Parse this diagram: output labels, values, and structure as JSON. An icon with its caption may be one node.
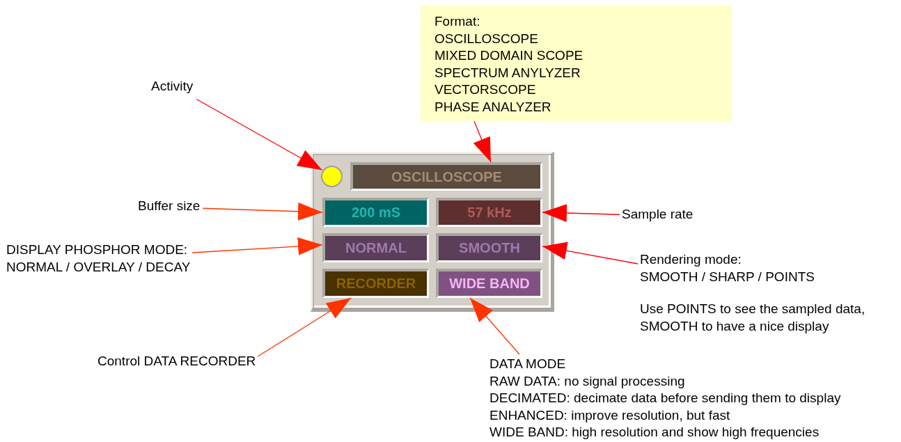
{
  "diagram": {
    "nodes": [
      {
        "text": [],
        "shape": "box"
      },
      {
        "text": [],
        "shape": "circle",
        "in": 0
      },
      {
        "text": [
          "OSCILLOSCOPE"
        ],
        "in": 0
      },
      {
        "text": [
          "200 mS"
        ],
        "in": 0
      },
      {
        "text": [
          "57 kHz"
        ],
        "in": 0
      },
      {
        "text": [
          "NORMAL"
        ],
        "in": 0
      },
      {
        "text": [
          "SMOOTH"
        ],
        "in": 0
      },
      {
        "text": [
          "RECORDER"
        ],
        "in": 0
      },
      {
        "text": [
          "WIDE BAND"
        ],
        "in": 0
      },
      {
        "text": [
          "Activity"
        ]
      },
      {
        "text": [
          "Format:",
          "OSCILLOSCOPE",
          "MIXED DOMAIN SCOPE",
          "SPECTRUM ANYLYZER",
          "VECTORSCOPE",
          "PHASE ANALYZER"
        ]
      },
      {
        "text": [
          "Buffer size"
        ]
      },
      {
        "text": [
          "DISPLAY PHOSPHOR MODE:",
          "NORMAL / OVERLAY / DECAY"
        ]
      },
      {
        "text": [
          "Sample rate"
        ]
      },
      {
        "text": [
          "Rendering mode:",
          "SMOOTH / SHARP / POINTS",
          "Use POINTS to see the sampled data, SMOOTH to have a nice display"
        ]
      },
      {
        "text": [
          "Control DATA RECORDER"
        ]
      },
      {
        "text": [
          "DATA MODE",
          "RAW DATA: no signal processing",
          "DECIMATED: decimate data before sending them to display",
          "ENHANCED: improve resolution, but fast",
          "WIDE BAND: high resolution and show high frequencies"
        ]
      }
    ],
    "edges": [
      {
        "from": 9,
        "to": 1,
        "arrow": "to"
      },
      {
        "from": 10,
        "to": 2,
        "arrow": "to"
      },
      {
        "from": 11,
        "to": 3,
        "arrow": "to",
        "color": "#ff3300"
      },
      {
        "from": 12,
        "to": 5,
        "arrow": "to",
        "color": "#ff3300"
      },
      {
        "from": 13,
        "to": 4,
        "arrow": "to"
      },
      {
        "from": 14,
        "to": 6,
        "arrow": "to"
      },
      {
        "from": 15,
        "to": 7,
        "arrow": "to",
        "color": "#ff3300"
      },
      {
        "from": 16,
        "to": 8,
        "arrow": "to",
        "color": "#ff3300"
      }
    ]
  }
}
